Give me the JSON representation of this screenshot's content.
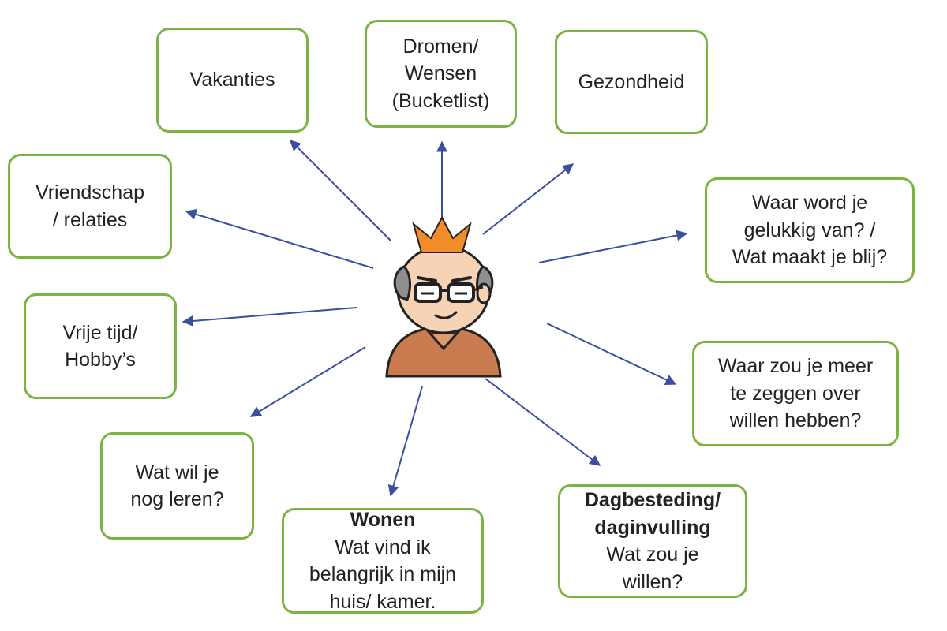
{
  "diagram": {
    "colors": {
      "box_border": "#7cb342",
      "arrow": "#3a4fa0",
      "crown": "#f28c28",
      "shirt": "#c97a4e",
      "skin": "#f6d3b4",
      "hair": "#8f8f8f"
    },
    "center": {
      "icon": "person-with-crown-icon"
    },
    "nodes": [
      {
        "id": "vakanties",
        "lines": [
          "Vakanties"
        ]
      },
      {
        "id": "dromen",
        "lines": [
          "Dromen/",
          "Wensen",
          "(Bucketlist)"
        ]
      },
      {
        "id": "gezondheid",
        "lines": [
          "Gezondheid"
        ]
      },
      {
        "id": "vriendschap",
        "lines": [
          "Vriendschap",
          "/ relaties"
        ]
      },
      {
        "id": "gelukkig",
        "lines": [
          "Waar word je",
          "gelukkig van? /",
          "Wat maakt je blij?"
        ]
      },
      {
        "id": "vrije-tijd",
        "lines": [
          "Vrije tijd/",
          "Hobby’s"
        ]
      },
      {
        "id": "zeggen",
        "lines": [
          "Waar zou je meer",
          "te zeggen over",
          "willen hebben?"
        ]
      },
      {
        "id": "leren",
        "lines": [
          "Wat wil je",
          "nog leren?"
        ]
      },
      {
        "id": "wonen",
        "heading": "Wonen",
        "lines": [
          "Wat vind ik",
          "belangrijk in mijn",
          "huis/ kamer."
        ]
      },
      {
        "id": "dagbesteding",
        "heading_lines": [
          "Dagbesteding/",
          "daginvulling"
        ],
        "lines": [
          "Wat zou je",
          "willen?"
        ]
      }
    ]
  }
}
